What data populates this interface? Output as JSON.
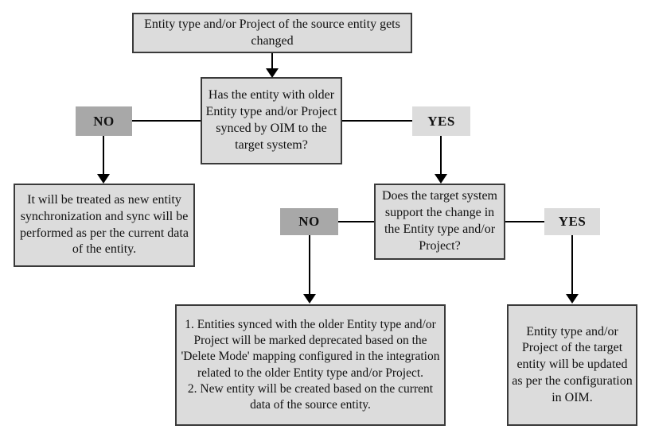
{
  "diagram": {
    "type": "flowchart",
    "colors": {
      "box_fill": "#dcdcdc",
      "box_border": "#3a3a3a",
      "no_tag_fill": "#a8a8a8",
      "yes_tag_fill": "#dcdcdc",
      "connector": "#000000",
      "background": "#ffffff"
    },
    "nodes": {
      "start": {
        "text": "Entity type and/or Project of the source entity gets changed"
      },
      "q_synced": {
        "text": "Has the entity with older Entity type and/or Project synced  by OIM to the target system?"
      },
      "q_synced_no": {
        "label": "NO"
      },
      "q_synced_yes": {
        "label": "YES"
      },
      "new_sync": {
        "text": "It will be treated as new entity synchronization and sync will be performed as per the current data of the entity."
      },
      "q_support": {
        "text": "Does the target system support the change in the Entity type and/or Project?"
      },
      "q_support_no": {
        "label": "NO"
      },
      "q_support_yes": {
        "label": "YES"
      },
      "deprecate": {
        "text": "1. Entities synced with the older Entity type and/or Project will be marked deprecated based on the 'Delete Mode' mapping configured in the integration related to the older Entity type and/or Project.\n2. New entity will be created based on the current data of the source entity."
      },
      "update": {
        "text": "Entity type and/or Project of the target entity will be updated as per the configuration in OIM."
      }
    }
  }
}
